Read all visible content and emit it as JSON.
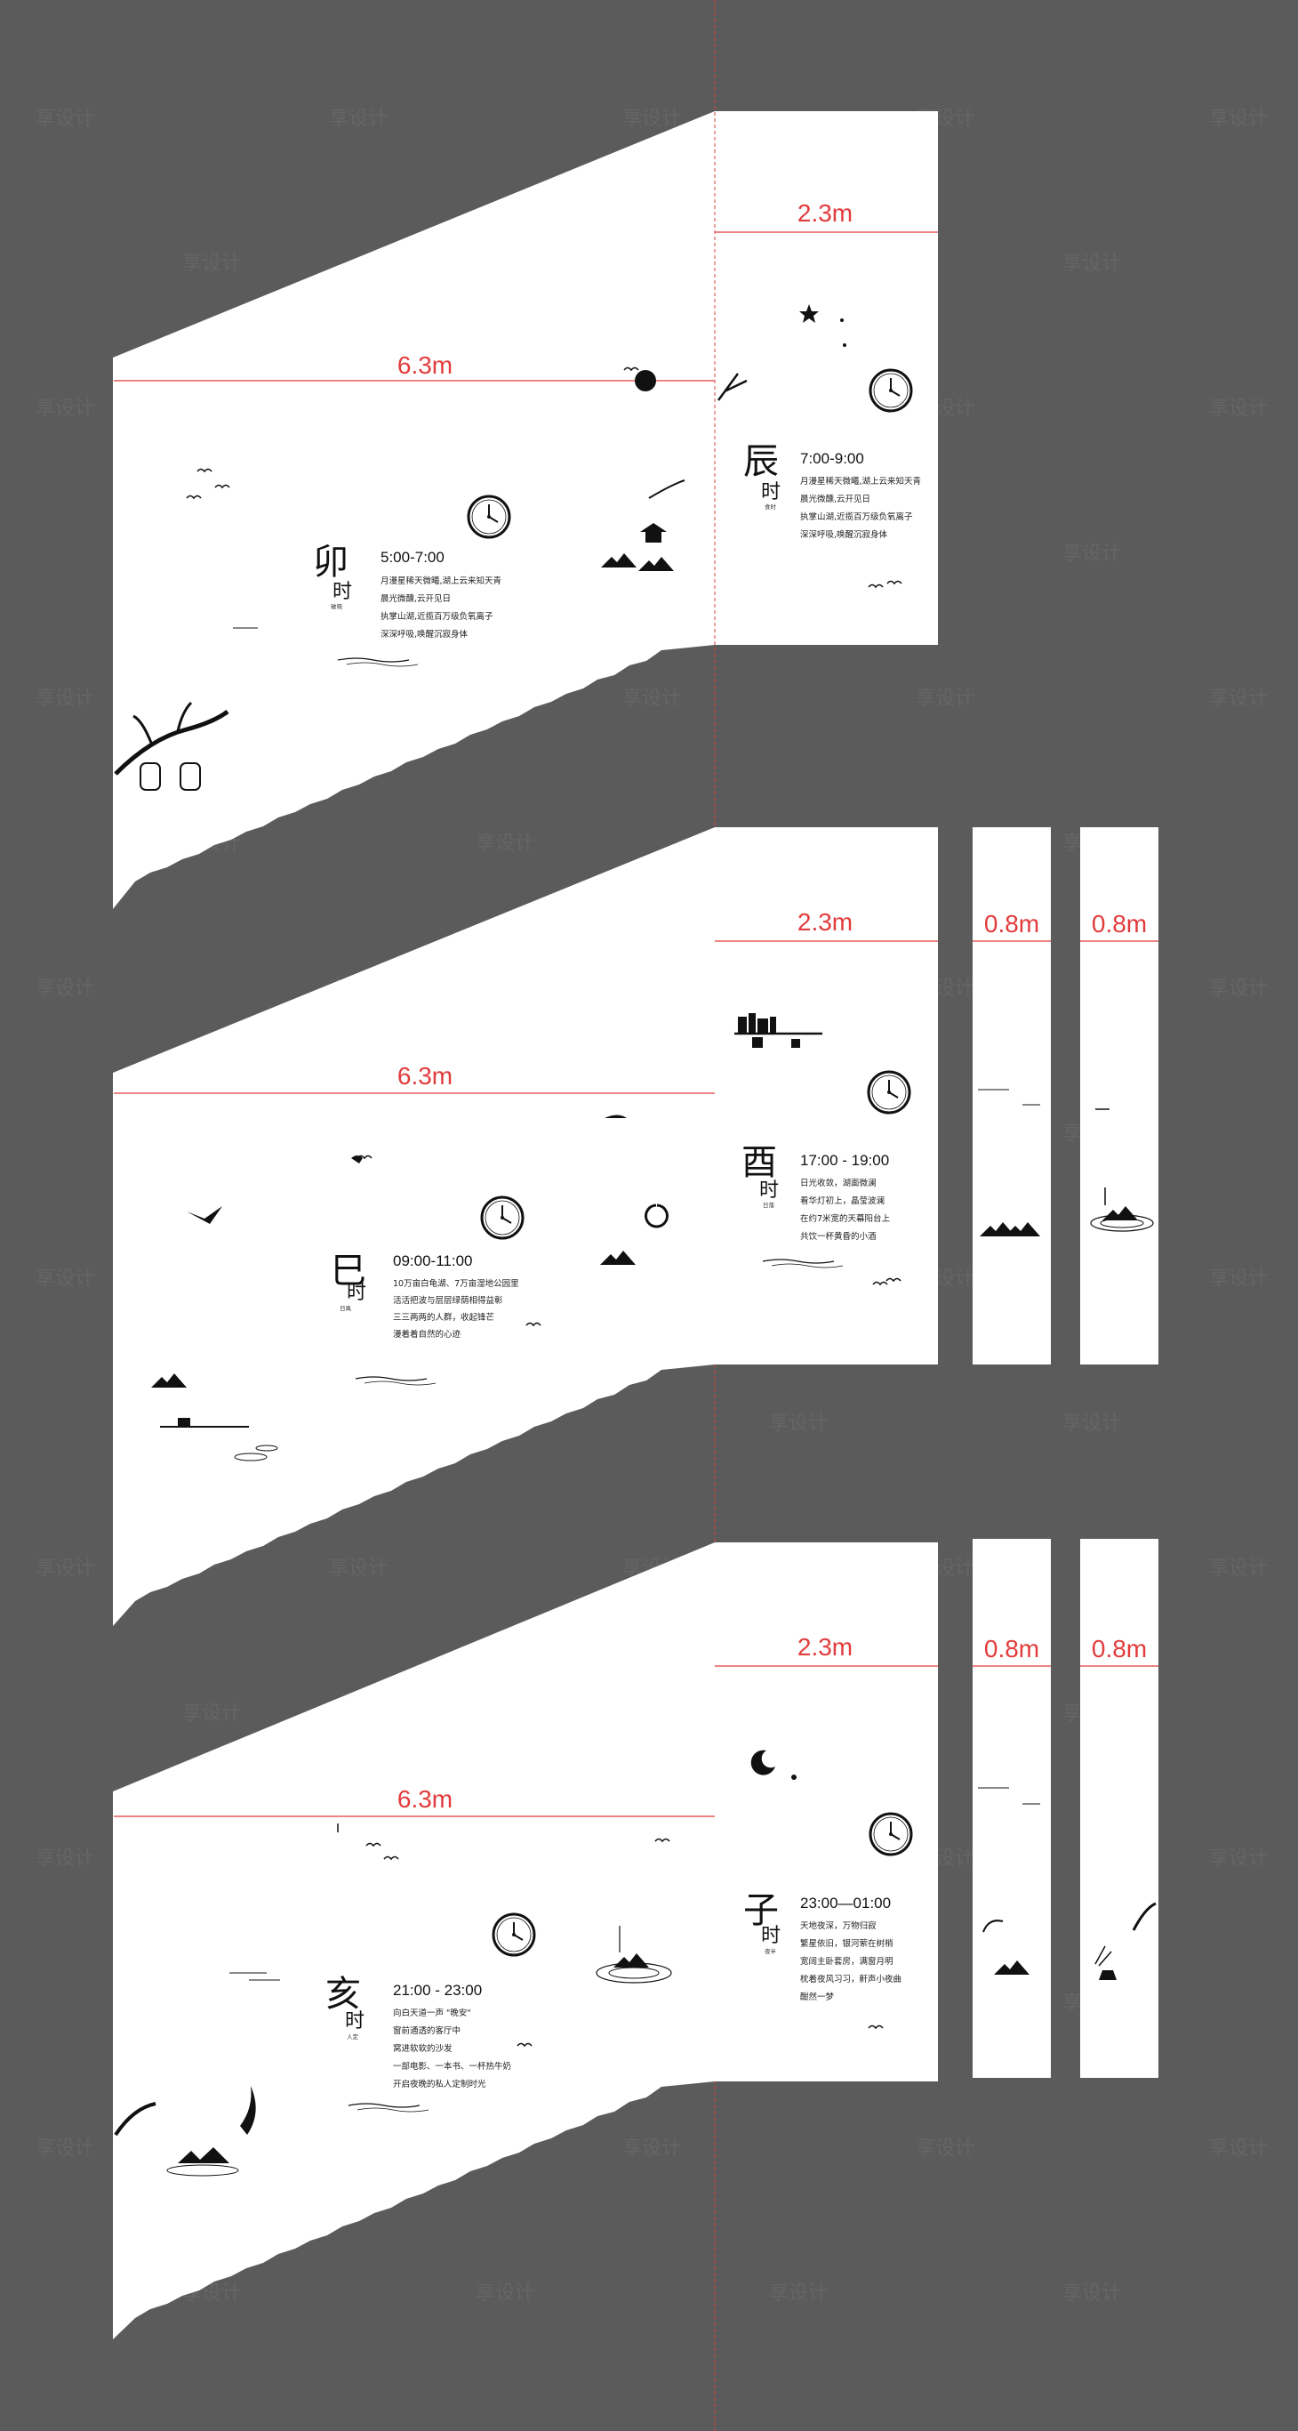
{
  "dimensions": {
    "left_wall": "6.3m",
    "right_wall": "2.3m",
    "strip": "0.8m"
  },
  "watermark": "享设计",
  "walls": [
    {
      "left": {
        "char": "卯",
        "shi": "时",
        "sub": "破晓",
        "time": "5:00-7:00",
        "lines": [
          "月漫星稀天微曦,湖上云来知天青",
          "晨光微醺,云开见日",
          "执掌山湖,近揽百万级负氧离子",
          "深深呼吸,唤醒沉寂身体"
        ]
      },
      "right": {
        "char": "辰",
        "shi": "时",
        "sub": "食时",
        "time": "7:00-9:00",
        "lines": [
          "月漫星稀天微曦,湖上云来知天青",
          "晨光微醺,云开见日",
          "执掌山湖,近揽百万级负氧离子",
          "深深呼吸,唤醒沉寂身体"
        ]
      }
    },
    {
      "left": {
        "char": "巳",
        "shi": "时",
        "sub": "日禺",
        "time": "09:00-11:00",
        "lines": [
          "10万亩白龟湖、7万亩湿地公园里",
          "活活把波与层层绿荫相得益彰",
          "三三两两的人群，收起锋芒",
          "漫着着自然的心迹"
        ]
      },
      "right": {
        "char": "酉",
        "shi": "时",
        "sub": "日落",
        "time": "17:00 - 19:00",
        "lines": [
          "日光收敛，湖面微澜",
          "看华灯初上，晶莹波澜",
          "在约7米宽的天幕阳台上",
          "共饮一杯黄昏的小酒"
        ]
      }
    },
    {
      "left": {
        "char": "亥",
        "shi": "时",
        "sub": "人定",
        "time": "21:00 - 23:00",
        "lines": [
          "向白天道一声 \"晚安\"",
          "窗前通透的客厅中",
          "窝进软软的沙发",
          "一部电影、一本书、一杯热牛奶",
          "开启夜晚的私人定制时光"
        ]
      },
      "right": {
        "char": "子",
        "shi": "时",
        "sub": "夜半",
        "time": "23:00—01:00",
        "lines": [
          "天地夜深，万物归寂",
          "繁星依旧，银河萦在树梢",
          "宽阔主卧套房，满窗月明",
          "枕着夜风习习，鼾声小夜曲",
          "酣然一梦"
        ]
      }
    }
  ]
}
